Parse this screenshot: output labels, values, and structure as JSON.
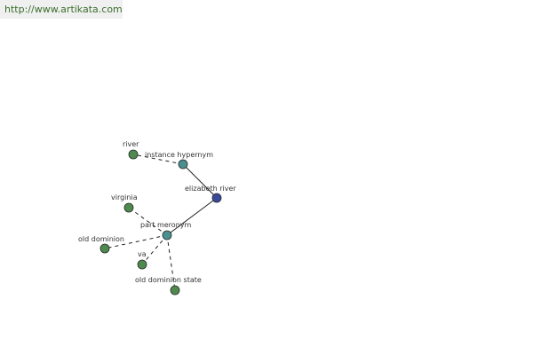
{
  "header": {
    "url": "http://www.artikata.com"
  },
  "graph": {
    "colors": {
      "center": "#3a4a9a",
      "relation": "#4a9090",
      "leaf": "#4e8a4e",
      "stroke": "#2a2a2a",
      "edge": "#222222"
    },
    "nodes": [
      {
        "id": "elizabeth_river",
        "label": "elizabeth river",
        "kind": "center"
      },
      {
        "id": "instance_hypernym",
        "label": "instance hypernym",
        "kind": "relation"
      },
      {
        "id": "part_meronym",
        "label": "part meronym",
        "kind": "relation"
      },
      {
        "id": "river",
        "label": "river",
        "kind": "leaf"
      },
      {
        "id": "virginia",
        "label": "virginia",
        "kind": "leaf"
      },
      {
        "id": "old_dominion",
        "label": "old dominion",
        "kind": "leaf"
      },
      {
        "id": "va",
        "label": "va",
        "kind": "leaf"
      },
      {
        "id": "old_dominion_state",
        "label": "old dominion state",
        "kind": "leaf"
      }
    ],
    "edges": [
      {
        "from": "elizabeth_river",
        "to": "instance_hypernym",
        "style": "solid"
      },
      {
        "from": "elizabeth_river",
        "to": "part_meronym",
        "style": "solid"
      },
      {
        "from": "instance_hypernym",
        "to": "river",
        "style": "dashed"
      },
      {
        "from": "part_meronym",
        "to": "virginia",
        "style": "dashed"
      },
      {
        "from": "part_meronym",
        "to": "old_dominion",
        "style": "dashed"
      },
      {
        "from": "part_meronym",
        "to": "va",
        "style": "dashed"
      },
      {
        "from": "part_meronym",
        "to": "old_dominion_state",
        "style": "dashed"
      }
    ]
  }
}
